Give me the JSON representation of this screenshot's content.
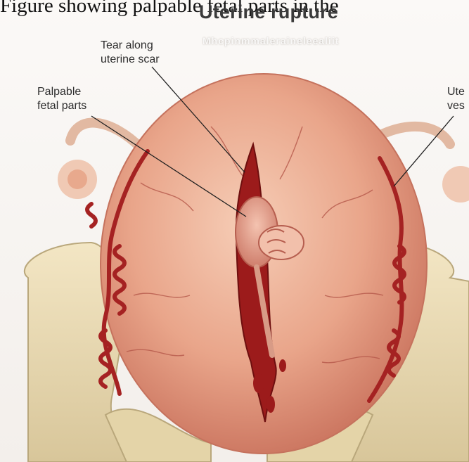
{
  "caption": "Figure showing palpable fetal parts in the",
  "title": "Uterine rupture",
  "watermark": "Mhcpinmmaleraineleealiit",
  "labels": {
    "tear_line1": "Tear along",
    "tear_line2": "uterine scar",
    "palpable_line1": "Palpable",
    "palpable_line2": "fetal parts",
    "vessels_line1": "Ute",
    "vessels_line2": "ves"
  }
}
